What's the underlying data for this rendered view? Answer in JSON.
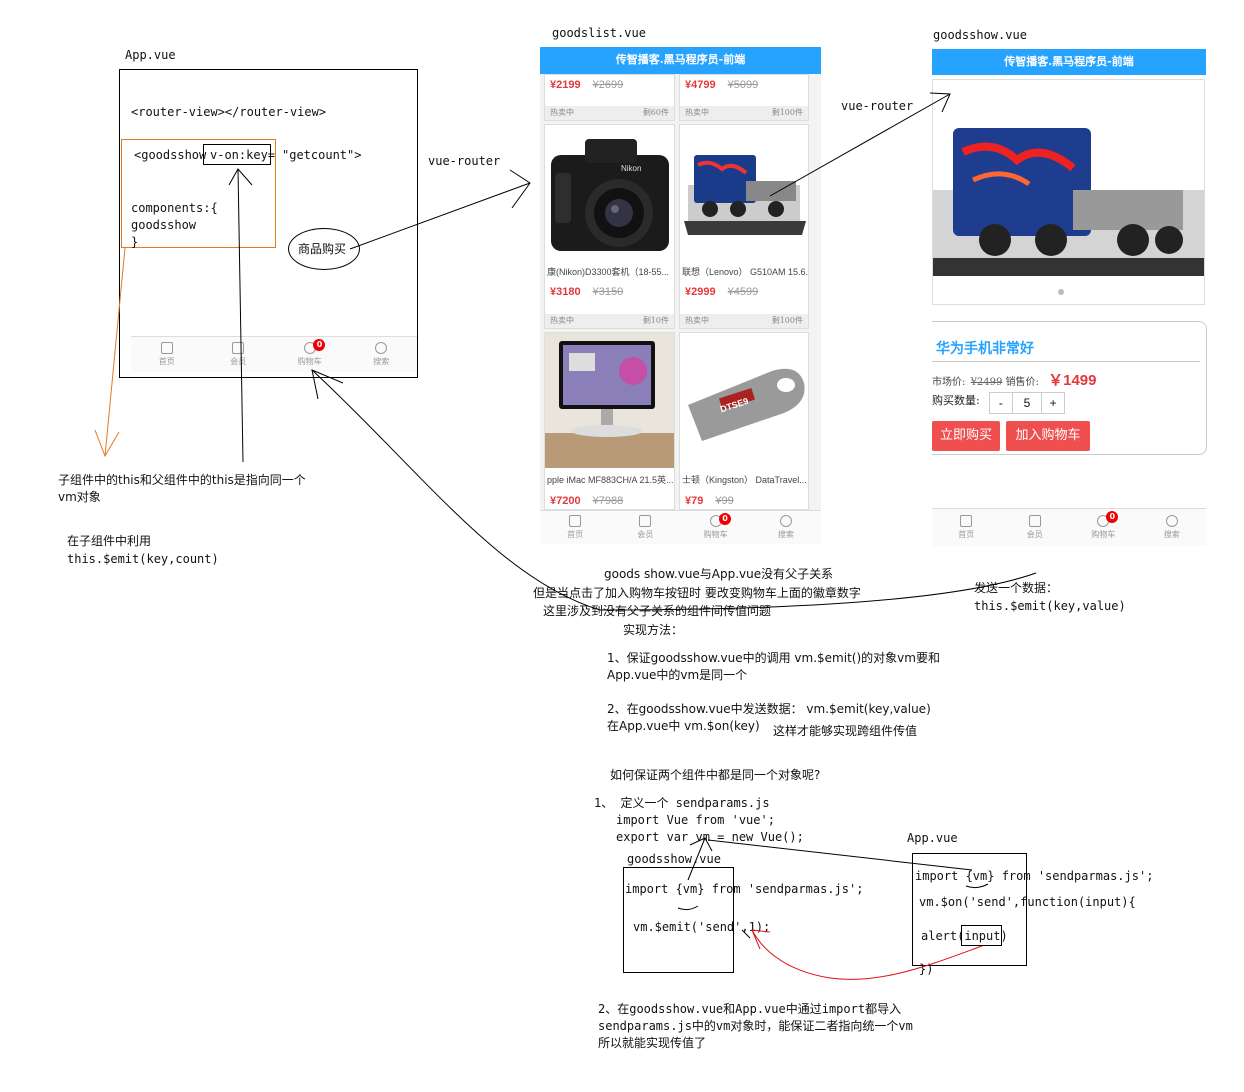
{
  "app_vue": {
    "title": "App.vue",
    "router_view": "<router-view></router-view>",
    "goodsshow_open": "<goodsshow",
    "von_key": "v-on:key=",
    "getcount": "\"getcount\">",
    "components": "components:{",
    "goodsshow": "goodsshow",
    "close_brace": "}",
    "tabs": [
      "首页",
      "会员",
      "购物车",
      "搜索"
    ],
    "badge": "0"
  },
  "bubble_label": "商品购买",
  "vue_router_1": "vue-router",
  "vue_router_2": "vue-router",
  "goodslist": {
    "title": "goodslist.vue",
    "header": "传智播客.黑马程序员-前端",
    "items": [
      {
        "name": "",
        "price": "¥2199",
        "old": "¥2699",
        "status": "热卖中",
        "stock": "剩60件"
      },
      {
        "name": "",
        "price": "¥4799",
        "old": "¥5099",
        "status": "热卖中",
        "stock": "剩100件"
      },
      {
        "name": "康(Nikon)D3300套机（18-55...",
        "price": "¥3180",
        "old": "¥3150",
        "status": "热卖中",
        "stock": "剩10件"
      },
      {
        "name": "联想（Lenovo） G510AM 15.6...",
        "price": "¥2999",
        "old": "¥4599",
        "status": "热卖中",
        "stock": "剩100件"
      },
      {
        "name": "pple iMac MF883CH/A 21.5英...",
        "price": "¥7200",
        "old": "¥7988",
        "status": "",
        "stock": ""
      },
      {
        "name": "士顿（Kingston） DataTravel...",
        "price": "¥79",
        "old": "¥99",
        "status": "",
        "stock": ""
      }
    ],
    "usb_label": "DTSE9",
    "tabs": [
      "首页",
      "会员",
      "购物车",
      "搜索"
    ],
    "badge": "0"
  },
  "goodsshow": {
    "title": "goodsshow.vue",
    "header": "传智播客.黑马程序员-前端",
    "product_title": "华为手机非常好",
    "market_label": "市场价:",
    "market_price": "¥2499",
    "sale_label": "销售价:",
    "sale_price": "￥1499",
    "qty_label": "购买数量:",
    "qty_minus": "-",
    "qty_value": "5",
    "qty_plus": "+",
    "buy_now": "立即购买",
    "add_cart": "加入购物车",
    "tabs": [
      "首页",
      "会员",
      "购物车",
      "搜索"
    ],
    "badge": "0"
  },
  "notes": {
    "same_this_1": "子组件中的this和父组件中的this是指向同一个",
    "same_this_2": "vm对象",
    "child_use": "在子组件中利用",
    "child_emit": "this.$emit(key,count)",
    "relation": "goods show.vue与App.vue没有父子关系",
    "but_1": "但是当点击了加入购物车按钮时 要改变购物车上面的徽章数字",
    "but_2": "这里涉及到没有父子关系的组件间传值问题",
    "method": "实现方法：",
    "send_1": "发送一个数据：",
    "send_2": "this.$emit(key,value)",
    "step1_a": "1、保证goodsshow.vue中的调用 vm.$emit()的对象vm要和",
    "step1_b": "App.vue中的vm是同一个",
    "step2_a": "2、在goodsshow.vue中发送数据： vm.$emit(key,value)",
    "step2_b": "在App.vue中 vm.$on(key)",
    "step2_c": "这样才能够实现跨组件传值",
    "how": "如何保证两个组件中都是同一个对象呢?",
    "def_1": "1、 定义一个 sendparams.js",
    "def_2": "import Vue from 'vue';",
    "def_3": "export var vm = new Vue();",
    "gs_label": "goodsshow.vue",
    "gs_import": "import {vm} from 'sendparmas.js';",
    "gs_emit": "vm.$emit('send',1);",
    "app_label": "App.vue",
    "app_import": "import {vm} from 'sendparmas.js';",
    "app_on": "vm.$on('send',function(input){",
    "app_alert": "alert(input)",
    "app_close": "})",
    "final_1": "2、在goodsshow.vue和App.vue中通过import都导入",
    "final_2": "sendparams.js中的vm对象时，能保证二者指向统一个vm",
    "final_3": "所以就能实现传值了"
  }
}
